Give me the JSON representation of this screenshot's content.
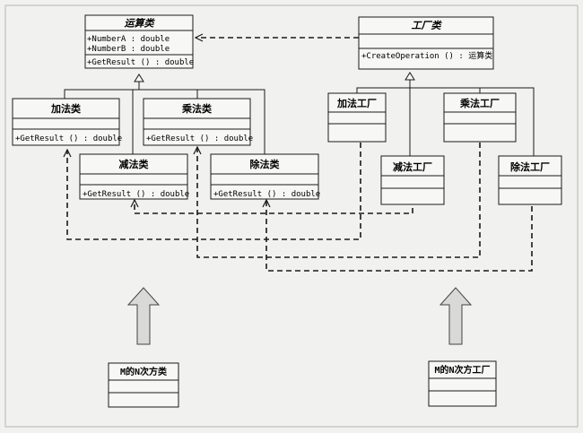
{
  "diagram": {
    "colors": {
      "line": "#1a1a1a",
      "box_fill": "#f7f7f5",
      "arrow_fill": "#d9d9d7",
      "paper": "#f1f1ef"
    },
    "classes": {
      "operation": {
        "name": "运算类",
        "attributes": [
          "+NumberA : double",
          "+NumberB : double"
        ],
        "methods": [
          "+GetResult () : double"
        ]
      },
      "factory": {
        "name": "工厂类",
        "methods": [
          "+CreateOperation () : 运算类"
        ]
      },
      "add": {
        "name": "加法类",
        "methods": [
          "+GetResult () : double"
        ]
      },
      "mul": {
        "name": "乘法类",
        "methods": [
          "+GetResult () : double"
        ]
      },
      "sub": {
        "name": "减法类",
        "methods": [
          "+GetResult () : double"
        ]
      },
      "div": {
        "name": "除法类",
        "methods": [
          "+GetResult () : double"
        ]
      },
      "add_factory": {
        "name": "加法工厂"
      },
      "mul_factory": {
        "name": "乘法工厂"
      },
      "sub_factory": {
        "name": "减法工厂"
      },
      "div_factory": {
        "name": "除法工厂"
      },
      "pow_class": {
        "name": "M的N次方类"
      },
      "pow_factory": {
        "name": "M的N次方工厂"
      }
    }
  }
}
